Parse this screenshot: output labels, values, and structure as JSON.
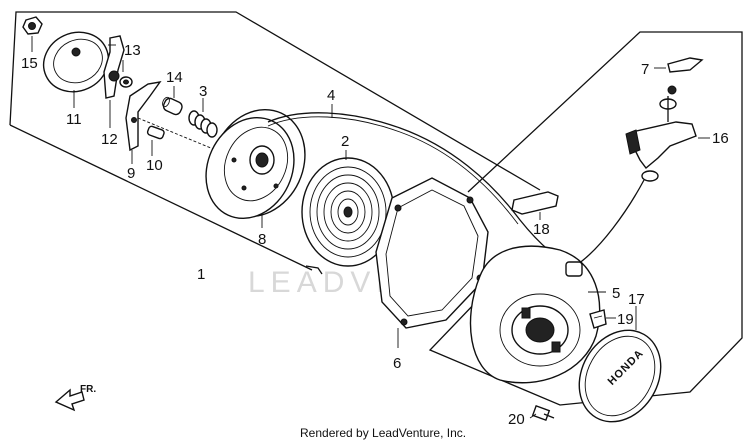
{
  "diagram": {
    "callouts": [
      {
        "id": "c1",
        "text": "1"
      },
      {
        "id": "c2",
        "text": "2"
      },
      {
        "id": "c3",
        "text": "3"
      },
      {
        "id": "c4",
        "text": "4"
      },
      {
        "id": "c5",
        "text": "5"
      },
      {
        "id": "c6",
        "text": "6"
      },
      {
        "id": "c7",
        "text": "7"
      },
      {
        "id": "c8",
        "text": "8"
      },
      {
        "id": "c9",
        "text": "9"
      },
      {
        "id": "c10",
        "text": "10"
      },
      {
        "id": "c11",
        "text": "11"
      },
      {
        "id": "c12",
        "text": "12"
      },
      {
        "id": "c13",
        "text": "13"
      },
      {
        "id": "c14",
        "text": "14"
      },
      {
        "id": "c15",
        "text": "15"
      },
      {
        "id": "c16",
        "text": "16"
      },
      {
        "id": "c17",
        "text": "17"
      },
      {
        "id": "c18",
        "text": "18"
      },
      {
        "id": "c19",
        "text": "19"
      },
      {
        "id": "c20",
        "text": "20"
      }
    ],
    "direction_marker": "FR.",
    "cover_badge": "HONDA",
    "watermark": "LEADVENTURE",
    "credit": "Rendered by LeadVenture, Inc."
  }
}
